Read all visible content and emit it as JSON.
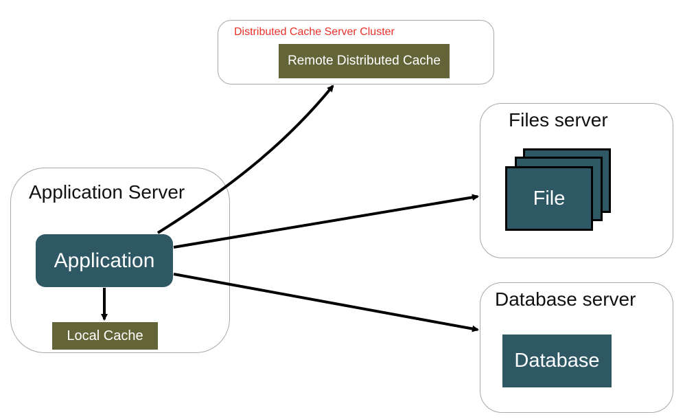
{
  "diagram": {
    "cache_cluster": {
      "title": "Distributed Cache Server Cluster",
      "title_color": "#e8312a",
      "node": "Remote Distributed Cache"
    },
    "files_server": {
      "title": "Files server",
      "node": "File"
    },
    "app_server": {
      "title": "Application Server",
      "app_node": "Application",
      "cache_node": "Local Cache"
    },
    "db_server": {
      "title": "Database server",
      "node": "Database"
    },
    "edges": [
      {
        "from": "Application",
        "to": "Remote Distributed Cache"
      },
      {
        "from": "Application",
        "to": "File"
      },
      {
        "from": "Application",
        "to": "Database"
      },
      {
        "from": "Application",
        "to": "Local Cache"
      }
    ],
    "colors": {
      "olive": "#636538",
      "teal": "#2e5864",
      "border": "#a8a8a8"
    }
  }
}
